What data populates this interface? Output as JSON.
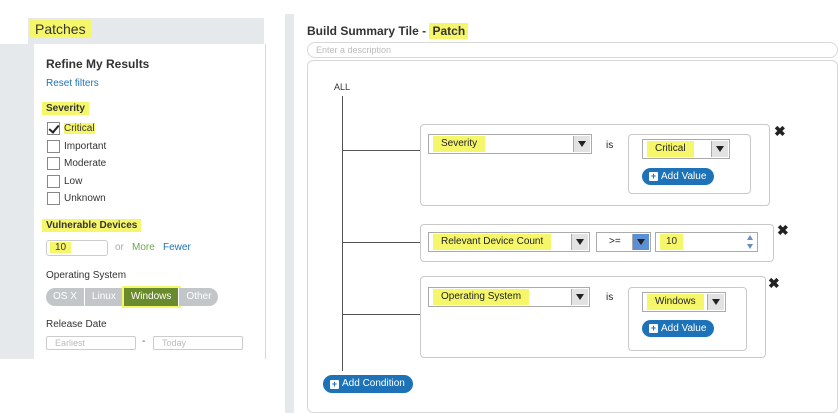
{
  "filters": {
    "header": "Patches",
    "title": "Refine My Results",
    "reset_label": "Reset filters",
    "severity": {
      "label": "Severity",
      "options": [
        {
          "label": "Critical",
          "checked": true
        },
        {
          "label": "Important",
          "checked": false
        },
        {
          "label": "Moderate",
          "checked": false
        },
        {
          "label": "Low",
          "checked": false
        },
        {
          "label": "Unknown",
          "checked": false
        }
      ]
    },
    "vulnerable_devices": {
      "label": "Vulnerable Devices",
      "value": "10",
      "or": "or",
      "more": "More",
      "fewer": "Fewer"
    },
    "os": {
      "label": "Operating System",
      "options": [
        "OS X",
        "Linux",
        "Windows",
        "Other"
      ],
      "selected": "Windows"
    },
    "release_date": {
      "label": "Release Date",
      "start_placeholder": "Earliest",
      "separator": "-",
      "end_placeholder": "Today"
    }
  },
  "builder": {
    "title_prefix": "Build Summary Tile - ",
    "title_highlight": "Patch",
    "description_placeholder": "Enter a description",
    "group_label": "ALL",
    "conditions": [
      {
        "field": "Severity",
        "operator": "is",
        "value": "Critical",
        "add_value": "Add Value"
      },
      {
        "field": "Relevant Device Count",
        "operator": ">=",
        "value": "10"
      },
      {
        "field": "Operating System",
        "operator": "is",
        "value": "Windows",
        "add_value": "Add Value"
      }
    ],
    "add_condition": "Add Condition"
  },
  "colors": {
    "highlight": "#f6f66a",
    "link": "#1e73b8",
    "button": "#1e73b8",
    "os_active": "#6a8a2e",
    "panel_bg": "#e6e9ec"
  }
}
